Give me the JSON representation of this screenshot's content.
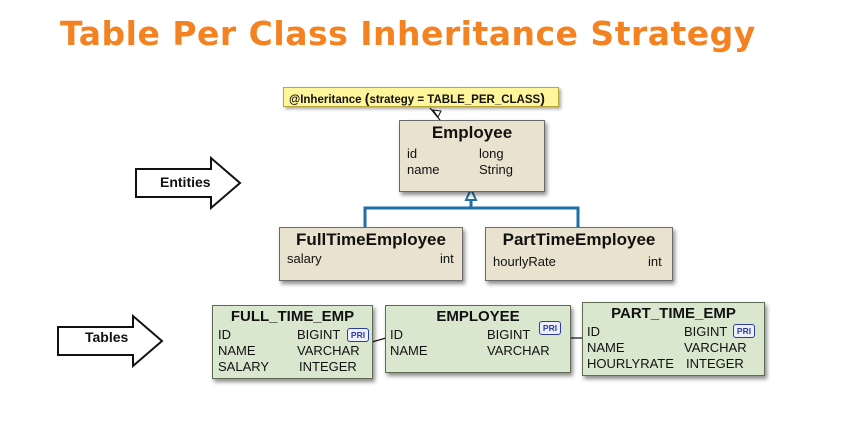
{
  "title": "Table Per Class Inheritance Strategy",
  "annotation": {
    "prefix": "@Inheritance",
    "open": "(",
    "text": "strategy = TABLE_PER_CLASS",
    "close": ")"
  },
  "labels": {
    "entities": "Entities",
    "tables": "Tables"
  },
  "entities": {
    "employee": {
      "name": "Employee",
      "fields": [
        {
          "name": "id",
          "type": "long"
        },
        {
          "name": "name",
          "type": "String"
        }
      ]
    },
    "full_time": {
      "name": "FullTimeEmployee",
      "fields": [
        {
          "name": "salary",
          "type": "int"
        }
      ]
    },
    "part_time": {
      "name": "PartTimeEmployee",
      "fields": [
        {
          "name": "hourlyRate",
          "type": "int"
        }
      ]
    }
  },
  "tables": {
    "full_time_emp": {
      "name": "FULL_TIME_EMP",
      "columns": [
        {
          "name": "ID",
          "type": "BIGINT",
          "key": "PRI"
        },
        {
          "name": "NAME",
          "type": "VARCHAR"
        },
        {
          "name": "SALARY",
          "type": "INTEGER"
        }
      ]
    },
    "employee": {
      "name": "EMPLOYEE",
      "columns": [
        {
          "name": "ID",
          "type": "BIGINT",
          "key": "PRI"
        },
        {
          "name": "NAME",
          "type": "VARCHAR"
        }
      ]
    },
    "part_time_emp": {
      "name": "PART_TIME_EMP",
      "columns": [
        {
          "name": "ID",
          "type": "BIGINT",
          "key": "PRI"
        },
        {
          "name": "NAME",
          "type": "VARCHAR"
        },
        {
          "name": "HOURLYRATE",
          "type": "INTEGER"
        }
      ]
    }
  },
  "colors": {
    "title": "#f58220",
    "note": "#fff59a",
    "entity": "#e8e2cf",
    "table": "#d9e7cf",
    "inheritance_line": "#1f6fa8",
    "pri_badge": "#2c3d9e"
  }
}
